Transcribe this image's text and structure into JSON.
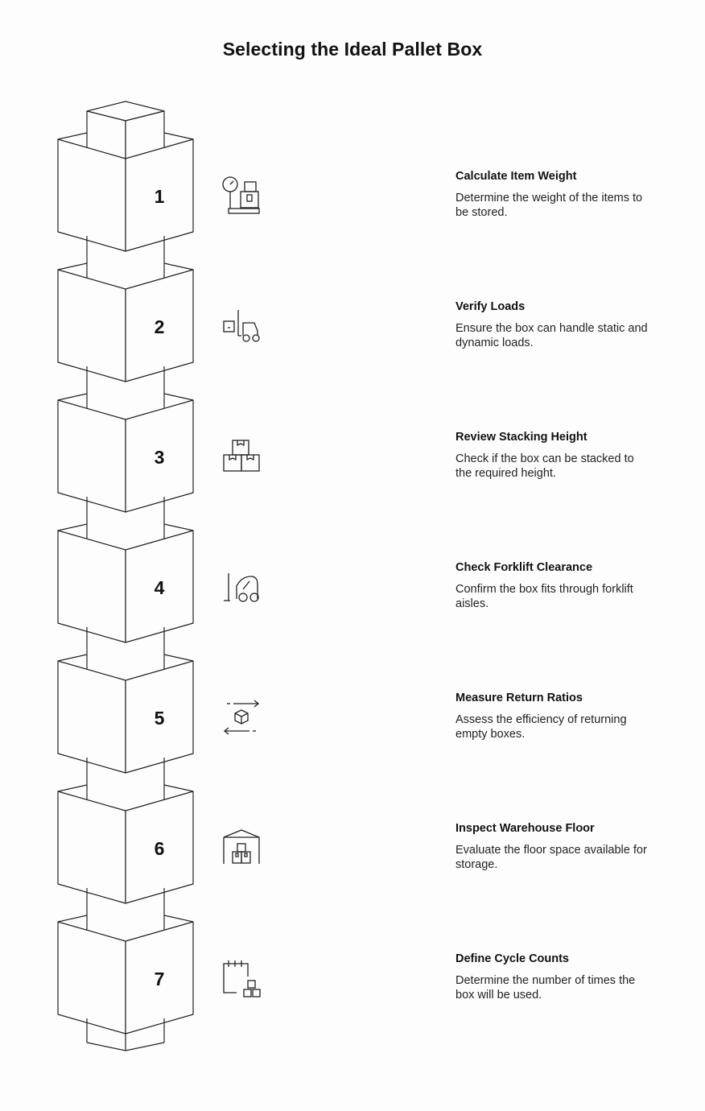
{
  "title": "Selecting the Ideal Pallet Box",
  "colors": {
    "stroke": "#222222",
    "text": "#111111",
    "background": "#fdfdfd"
  },
  "steps": [
    {
      "number": "1",
      "title": "Calculate Item Weight",
      "description": "Determine the weight of the items to be stored.",
      "icon": "scale-icon"
    },
    {
      "number": "2",
      "title": "Verify Loads",
      "description": "Ensure the box can handle static and dynamic loads.",
      "icon": "forklift-load-icon"
    },
    {
      "number": "3",
      "title": "Review Stacking Height",
      "description": "Check if the box can be stacked to the required height.",
      "icon": "stacked-boxes-icon"
    },
    {
      "number": "4",
      "title": "Check Forklift Clearance",
      "description": "Confirm the box fits through forklift aisles.",
      "icon": "forklift-icon"
    },
    {
      "number": "5",
      "title": "Measure Return Ratios",
      "description": "Assess the efficiency of returning empty boxes.",
      "icon": "return-cube-icon"
    },
    {
      "number": "6",
      "title": "Inspect Warehouse Floor",
      "description": "Evaluate the floor space available for storage.",
      "icon": "warehouse-icon"
    },
    {
      "number": "7",
      "title": "Define Cycle Counts",
      "description": "Determine the number of times the box will be used.",
      "icon": "calendar-boxes-icon"
    }
  ]
}
